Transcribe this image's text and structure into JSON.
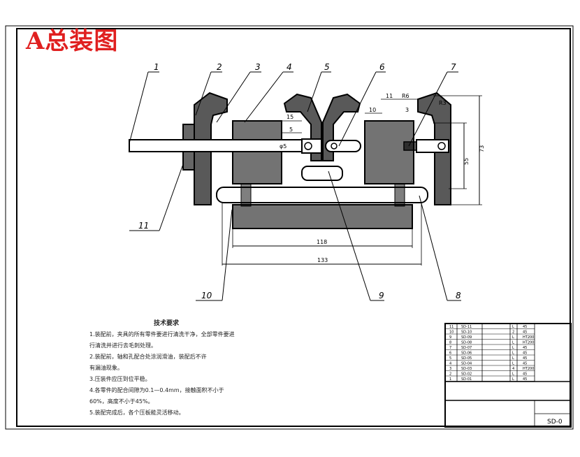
{
  "drawing": {
    "title": "A总装图",
    "drawing_number": "SD-0",
    "balloons": [
      "1",
      "2",
      "3",
      "4",
      "5",
      "6",
      "7",
      "8",
      "9",
      "10",
      "11"
    ],
    "dimensions": {
      "d118": "118",
      "d133": "133",
      "d73": "73",
      "d55": "55",
      "d15": "15",
      "d5": "5",
      "d10": "10",
      "d3": "3",
      "d11": "11",
      "dR6": "R6",
      "dR3": "R3",
      "dphi5": "φ5"
    }
  },
  "technical_notes": {
    "title": "技术要求",
    "lines": [
      "1.装配前，夹具的所有零件要进行清洗干净，全部零件要进",
      "行清洗并进行去毛刺处理。",
      "2.装配前，轴和孔配合处涂润滑油，装配后不许",
      "有漏油现象。",
      "3.压装件应压到位平稳。",
      "4.各零件的配合间隙为0.1—0.4mm，接触面积不小于",
      "60%，高度不小于45%。",
      "5.装配完成后，各个压板能灵活移动。"
    ]
  },
  "title_block": {
    "parts": [
      {
        "no": "11",
        "code": "SD-11",
        "name": "",
        "qty": "L",
        "mat": "45"
      },
      {
        "no": "10",
        "code": "SD-10",
        "name": "",
        "qty": "2",
        "mat": "45"
      },
      {
        "no": "9",
        "code": "SD-09",
        "name": "",
        "qty": "L",
        "mat": "HT200"
      },
      {
        "no": "8",
        "code": "SD-08",
        "name": "",
        "qty": "L",
        "mat": "HT200"
      },
      {
        "no": "7",
        "code": "SD-07",
        "name": "",
        "qty": "L",
        "mat": "45"
      },
      {
        "no": "6",
        "code": "SD-06",
        "name": "",
        "qty": "L",
        "mat": "45"
      },
      {
        "no": "5",
        "code": "SD-05",
        "name": "",
        "qty": "L",
        "mat": "45"
      },
      {
        "no": "4",
        "code": "SD-04",
        "name": "",
        "qty": "L",
        "mat": "45"
      },
      {
        "no": "3",
        "code": "SD-03",
        "name": "",
        "qty": "4",
        "mat": "HT200"
      },
      {
        "no": "2",
        "code": "SD-02",
        "name": "",
        "qty": "L",
        "mat": "45"
      },
      {
        "no": "1",
        "code": "SD-01",
        "name": "",
        "qty": "L",
        "mat": "45"
      }
    ]
  }
}
